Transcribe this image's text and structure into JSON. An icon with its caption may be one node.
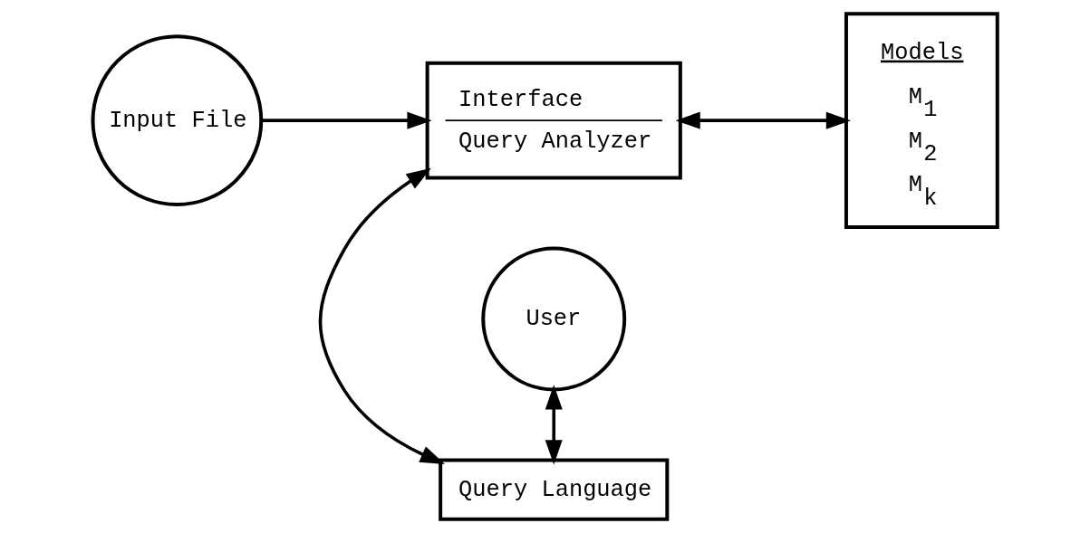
{
  "diagram": {
    "nodes": [
      {
        "text": [
          "Input File"
        ]
      },
      {
        "text": [
          "Interface",
          "Query Analyzer"
        ]
      },
      {
        "text": [
          "Models",
          "M$_{1}$",
          "M$_{2}$",
          "M$_{k}$"
        ]
      },
      {
        "text": [
          "Query Language"
        ]
      },
      {
        "text": [
          "User"
        ]
      }
    ],
    "edges": [
      {
        "from": 0,
        "to": 1,
        "arrow": "to"
      },
      {
        "from": 1,
        "to": 2,
        "arrow": "both"
      },
      {
        "from": 1,
        "to": 3,
        "arrow": "both"
      },
      {
        "from": 4,
        "to": 3,
        "arrow": "both"
      }
    ]
  }
}
